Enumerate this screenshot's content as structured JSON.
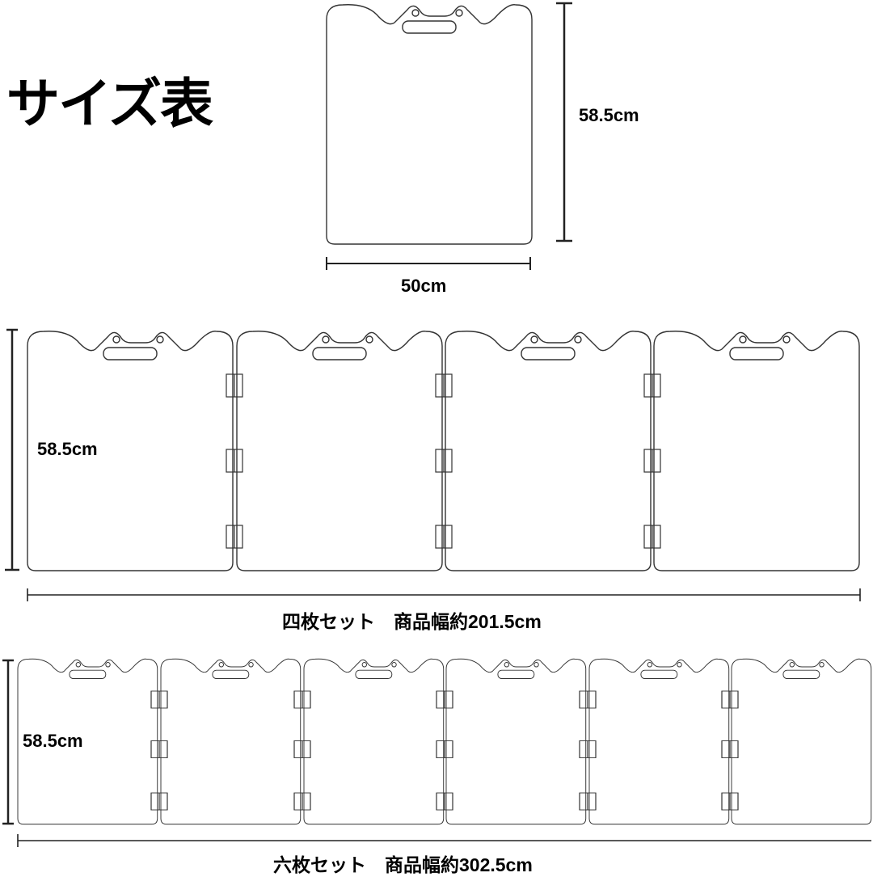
{
  "title": "サイズ表",
  "single_panel": {
    "height_label": "58.5cm",
    "width_label": "50cm"
  },
  "four_panel_set": {
    "panel_count": 4,
    "height_label": "58.5cm",
    "caption": "四枚セット　商品幅約201.5cm"
  },
  "six_panel_set": {
    "panel_count": 6,
    "height_label": "58.5cm",
    "caption": "六枚セット　商品幅約302.5cm"
  },
  "colors": {
    "outline": "#333333",
    "text": "#000000",
    "background": "#ffffff"
  }
}
